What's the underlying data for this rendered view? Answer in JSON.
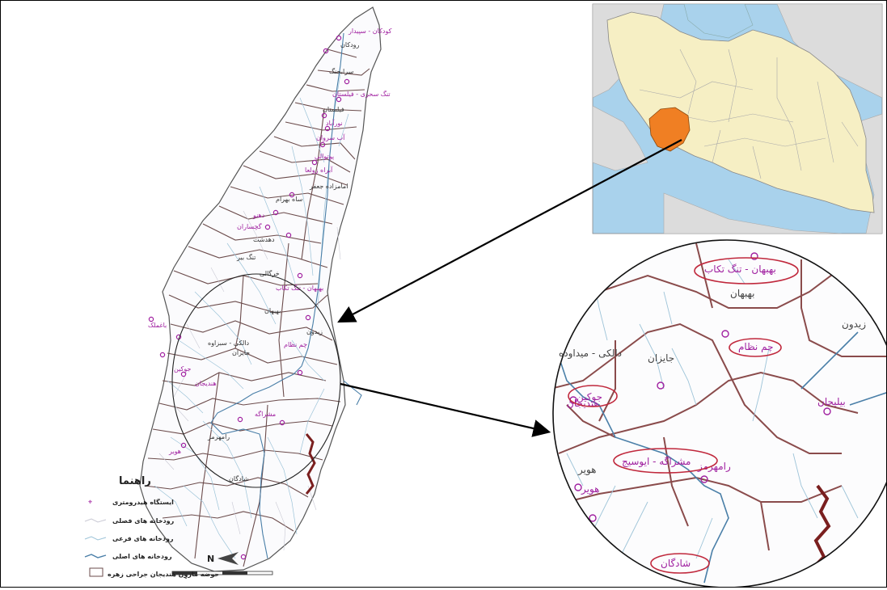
{
  "legend": {
    "title": "راهنما",
    "items": [
      {
        "label": "ایستگاه هیدرومتری",
        "symbol": "station"
      },
      {
        "label": "رودخانه های فصلی",
        "symbol": "seasonal-river"
      },
      {
        "label": "رودخانه های فرعی",
        "symbol": "tributary-river"
      },
      {
        "label": "رودخانه های اصلی",
        "symbol": "main-river"
      },
      {
        "label": "حوضه ماروِن هندیجان جراحی زهره",
        "symbol": "basin-polygon"
      }
    ]
  },
  "north_arrow": {
    "label": "N"
  },
  "colors": {
    "highlight_province": "#f07f23",
    "land": "#f6efc4",
    "water": "#a9d2ec",
    "neighbor": "#dcdcdc",
    "station": "#a020a0",
    "ellipse": "#c0283c",
    "main_river": "#4a7fa8",
    "basin_border": "#6b4b4b"
  },
  "stations": [
    "کودکان - سپیدار",
    "رودکان",
    "سرابجنگ",
    "تنگ سحری - فیلستان",
    "فیلستان",
    "نورآباد",
    "آب سروان",
    "پوتوالی",
    "آبراه زولعا",
    "امامزاده جعفر",
    "ساه بهرام",
    "دهنو",
    "گچساران",
    "دهدشت",
    "تنگ بیر",
    "خرگالی",
    "بهبهان - تنگ تکاب",
    "بهبهان",
    "دالکی - سبزاوه",
    "جایزان",
    "چم نظام",
    "زیدون",
    "جوکین",
    "هندیجان",
    "مشراگه",
    "رامهرمز",
    "هویر",
    "شادگان",
    "باغملک"
  ],
  "zoom_labels": {
    "stations_circled": [
      "بهبهان - تنگ تکاب",
      "چم نظام",
      "جوکین",
      "مشراگه - ایوسیج",
      "شادگان"
    ],
    "towns": [
      "بهبهان",
      "زیدون",
      "جایزان",
      "دالکی - میداوده",
      "هندیجان",
      "رامهرمز",
      "هویر",
      "بیلیجان"
    ]
  }
}
